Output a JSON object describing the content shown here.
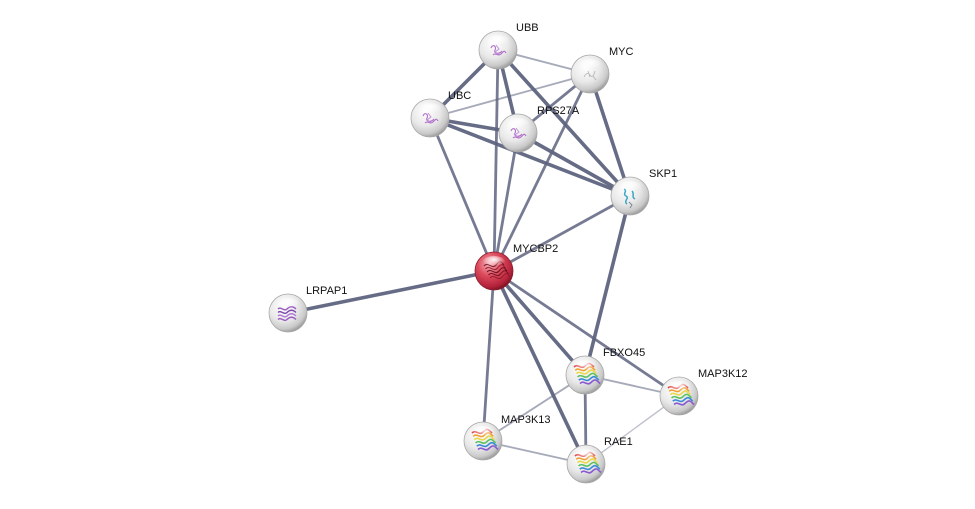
{
  "network": {
    "center": "MYCBP2",
    "nodes": [
      {
        "id": "UBB",
        "label": "UBB",
        "style": "ubiquitin"
      },
      {
        "id": "MYC",
        "label": "MYC",
        "style": "empty"
      },
      {
        "id": "UBC",
        "label": "UBC",
        "style": "ubiquitin"
      },
      {
        "id": "RPS27A",
        "label": "RPS27A",
        "style": "ubiquitin"
      },
      {
        "id": "SKP1",
        "label": "SKP1",
        "style": "skp"
      },
      {
        "id": "MYCBP2",
        "label": "MYCBP2",
        "style": "query"
      },
      {
        "id": "LRPAP1",
        "label": "LRPAP1",
        "style": "helix"
      },
      {
        "id": "FBXO45",
        "label": "FBXO45",
        "style": "rainbow"
      },
      {
        "id": "MAP3K12",
        "label": "MAP3K12",
        "style": "rainbow"
      },
      {
        "id": "MAP3K13",
        "label": "MAP3K13",
        "style": "rainbow"
      },
      {
        "id": "RAE1",
        "label": "RAE1",
        "style": "rainbow"
      }
    ],
    "edges": [
      {
        "source": "MYCBP2",
        "target": "LRPAP1",
        "strength": "strong"
      },
      {
        "source": "MYCBP2",
        "target": "UBC",
        "strength": "medium"
      },
      {
        "source": "MYCBP2",
        "target": "UBB",
        "strength": "medium"
      },
      {
        "source": "MYCBP2",
        "target": "RPS27A",
        "strength": "medium"
      },
      {
        "source": "MYCBP2",
        "target": "MYC",
        "strength": "medium"
      },
      {
        "source": "MYCBP2",
        "target": "SKP1",
        "strength": "medium"
      },
      {
        "source": "MYCBP2",
        "target": "FBXO45",
        "strength": "strong"
      },
      {
        "source": "MYCBP2",
        "target": "MAP3K12",
        "strength": "medium"
      },
      {
        "source": "MYCBP2",
        "target": "MAP3K13",
        "strength": "medium"
      },
      {
        "source": "MYCBP2",
        "target": "RAE1",
        "strength": "strong"
      },
      {
        "source": "UBB",
        "target": "MYC",
        "strength": "weak"
      },
      {
        "source": "UBB",
        "target": "UBC",
        "strength": "strong"
      },
      {
        "source": "UBB",
        "target": "RPS27A",
        "strength": "strong"
      },
      {
        "source": "UBB",
        "target": "SKP1",
        "strength": "strong"
      },
      {
        "source": "UBC",
        "target": "MYC",
        "strength": "weak"
      },
      {
        "source": "UBC",
        "target": "RPS27A",
        "strength": "strong"
      },
      {
        "source": "UBC",
        "target": "SKP1",
        "strength": "strong"
      },
      {
        "source": "RPS27A",
        "target": "MYC",
        "strength": "medium"
      },
      {
        "source": "RPS27A",
        "target": "SKP1",
        "strength": "strong"
      },
      {
        "source": "MYC",
        "target": "SKP1",
        "strength": "strong"
      },
      {
        "source": "SKP1",
        "target": "FBXO45",
        "strength": "strong"
      },
      {
        "source": "FBXO45",
        "target": "MAP3K12",
        "strength": "weak"
      },
      {
        "source": "FBXO45",
        "target": "MAP3K13",
        "strength": "weak"
      },
      {
        "source": "FBXO45",
        "target": "RAE1",
        "strength": "medium"
      },
      {
        "source": "MAP3K12",
        "target": "RAE1",
        "strength": "faint"
      },
      {
        "source": "MAP3K13",
        "target": "RAE1",
        "strength": "weak"
      }
    ]
  },
  "colors": {
    "edge": "#5e6480",
    "node_fill": "#eeeeee",
    "query_fill": "#d8374a",
    "ubiquitin": "#b070c8",
    "helix": "#9a5ac2",
    "skp": "#3aa6c6",
    "label": "#111111"
  }
}
